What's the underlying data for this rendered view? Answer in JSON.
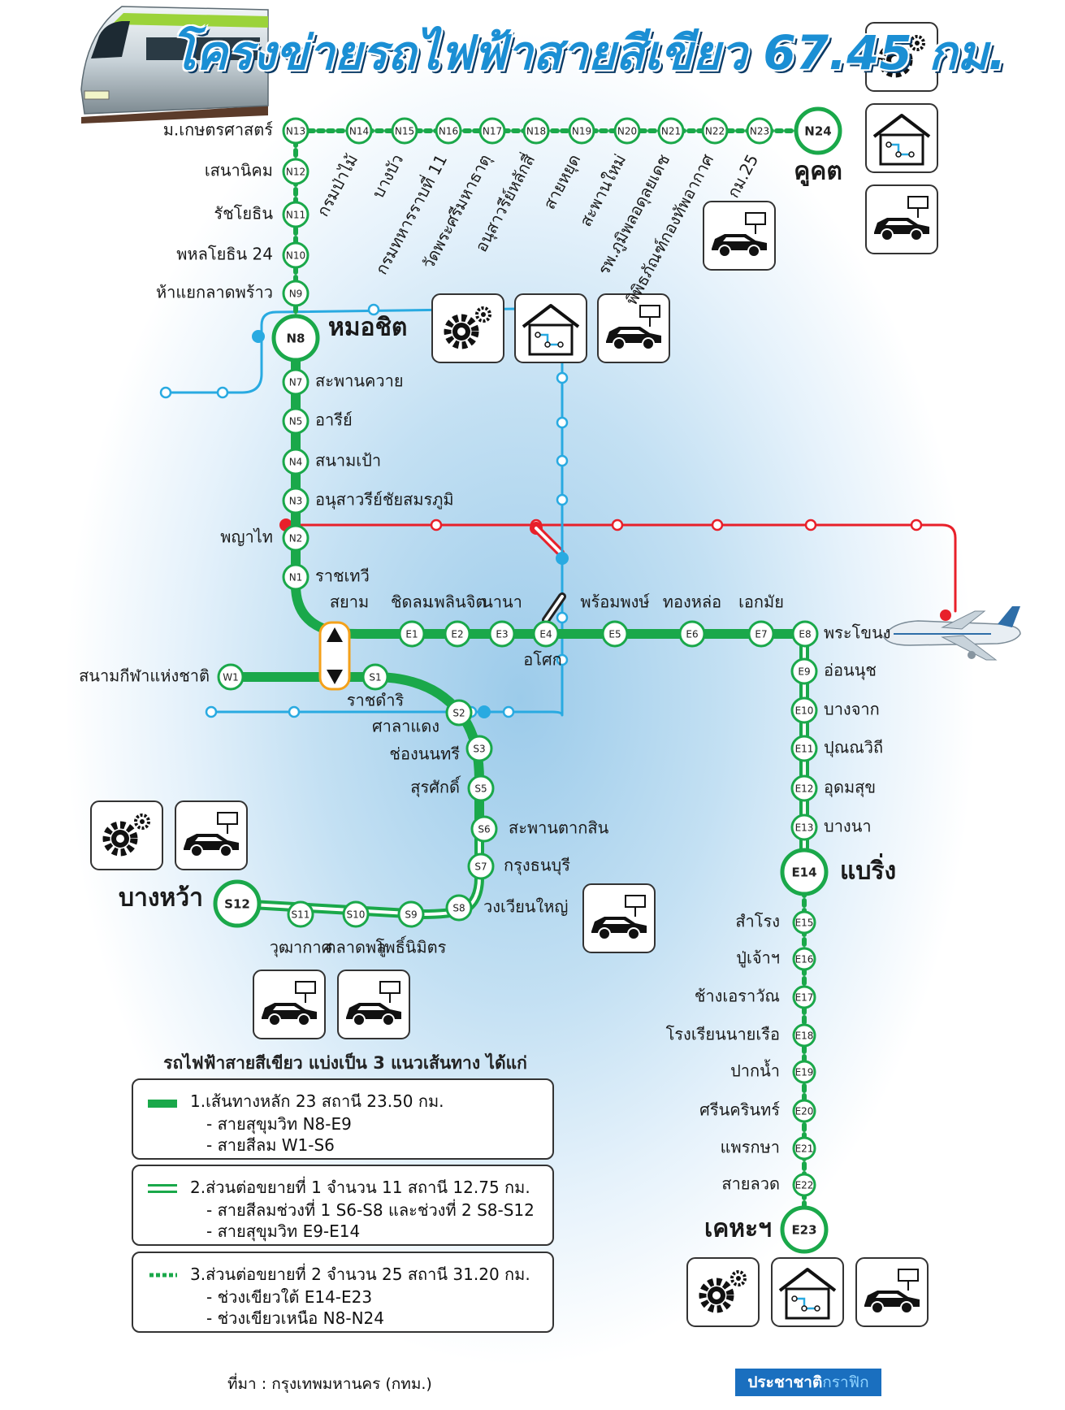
{
  "title": "โครงข่ายรถไฟฟ้าสายสีเขียว 67.45 กม.",
  "colors": {
    "green_main": "#1aa84a",
    "green_ext": "#5bc86e",
    "blue_line": "#29aae1",
    "red_line": "#e8202a",
    "yellow_box": "#f4a11a"
  },
  "icons": [
    "depot-gear-icon",
    "depot-house-icon",
    "park-and-ride-car-icon",
    "airplane-icon",
    "train-icon"
  ],
  "stations": {
    "north": [
      {
        "code": "N13",
        "name": "ม.เกษตรศาสตร์"
      },
      {
        "code": "N12",
        "name": "เสนานิคม"
      },
      {
        "code": "N11",
        "name": "รัชโยธิน"
      },
      {
        "code": "N10",
        "name": "พหลโยธิน 24"
      },
      {
        "code": "N9",
        "name": "ห้าแยกลาดพร้าว"
      },
      {
        "code": "N8",
        "name": "หมอชิต"
      },
      {
        "code": "N7",
        "name": "สะพานควาย"
      },
      {
        "code": "N5",
        "name": "อารีย์"
      },
      {
        "code": "N4",
        "name": "สนามเป้า"
      },
      {
        "code": "N3",
        "name": "อนุสาวรีย์ชัยสมรภูมิ"
      },
      {
        "code": "N2",
        "name": "พญาไท"
      },
      {
        "code": "N1",
        "name": "ราชเทวี"
      }
    ],
    "north_ext": [
      {
        "code": "N14",
        "name": "กรมป่าไม้"
      },
      {
        "code": "N15",
        "name": "บางบัว"
      },
      {
        "code": "N16",
        "name": "กรมทหารราบที่ 11"
      },
      {
        "code": "N17",
        "name": "วัดพระศรีมหาธาตุ"
      },
      {
        "code": "N18",
        "name": "อนุสาวรีย์หลักสี่"
      },
      {
        "code": "N19",
        "name": "สายหยุด"
      },
      {
        "code": "N20",
        "name": "สะพานใหม่"
      },
      {
        "code": "N21",
        "name": "รพ.ภูมิพลอดุลยเดช"
      },
      {
        "code": "N22",
        "name": "พิพิธภัณฑ์กองทัพอากาศ"
      },
      {
        "code": "N23",
        "name": "กม.25"
      },
      {
        "code": "N24",
        "name": "คูคต"
      }
    ],
    "east": [
      {
        "code": "CEN",
        "name": "สยาม"
      },
      {
        "code": "E1",
        "name": "ชิดลม"
      },
      {
        "code": "E2",
        "name": "เพลินจิต"
      },
      {
        "code": "E3",
        "name": "นานา"
      },
      {
        "code": "E4",
        "name": "อโศก"
      },
      {
        "code": "E5",
        "name": "พร้อมพงษ์"
      },
      {
        "code": "E6",
        "name": "ทองหล่อ"
      },
      {
        "code": "E7",
        "name": "เอกมัย"
      },
      {
        "code": "E8",
        "name": "พระโขนง"
      },
      {
        "code": "E9",
        "name": "อ่อนนุช"
      },
      {
        "code": "E10",
        "name": "บางจาก"
      },
      {
        "code": "E11",
        "name": "ปุณณวิถี"
      },
      {
        "code": "E12",
        "name": "อุดมสุข"
      },
      {
        "code": "E13",
        "name": "บางนา"
      },
      {
        "code": "E14",
        "name": "แบริ่ง"
      }
    ],
    "south_ext": [
      {
        "code": "E15",
        "name": "สำโรง"
      },
      {
        "code": "E16",
        "name": "ปู่เจ้าฯ"
      },
      {
        "code": "E17",
        "name": "ช้างเอราวัณ"
      },
      {
        "code": "E18",
        "name": "โรงเรียนนายเรือ"
      },
      {
        "code": "E19",
        "name": "ปากน้ำ"
      },
      {
        "code": "E20",
        "name": "ศรีนครินทร์"
      },
      {
        "code": "E21",
        "name": "แพรกษา"
      },
      {
        "code": "E22",
        "name": "สายลวด"
      },
      {
        "code": "E23",
        "name": "เคหะฯ"
      }
    ],
    "silom": [
      {
        "code": "W1",
        "name": "สนามกีฬาแห่งชาติ"
      },
      {
        "code": "S1",
        "name": "ราชดำริ"
      },
      {
        "code": "S2",
        "name": "ศาลาแดง"
      },
      {
        "code": "S3",
        "name": "ช่องนนทรี"
      },
      {
        "code": "S5",
        "name": "สุรศักดิ์"
      },
      {
        "code": "S6",
        "name": "สะพานตากสิน"
      },
      {
        "code": "S7",
        "name": "กรุงธนบุรี"
      },
      {
        "code": "S8",
        "name": "วงเวียนใหญ่"
      },
      {
        "code": "S9",
        "name": "โพธิ์นิมิตร"
      },
      {
        "code": "S10",
        "name": "ตลาดพลู"
      },
      {
        "code": "S11",
        "name": "วุฒากาศ"
      },
      {
        "code": "S12",
        "name": "บางหว้า"
      }
    ]
  },
  "legend": {
    "heading": "รถไฟฟ้าสายสีเขียว แบ่งเป็น 3 แนวเส้นทาง ได้แก่",
    "items": [
      {
        "title": "1.เส้นทางหลัก 23 สถานี 23.50 กม.",
        "subs": [
          "- สายสุขุมวิท N8-E9",
          "- สายสีลม W1-S6"
        ]
      },
      {
        "title": "2.ส่วนต่อขยายที่ 1 จำนวน 11 สถานี 12.75 กม.",
        "subs": [
          "- สายสีลมช่วงที่ 1 S6-S8 และช่วงที่ 2 S8-S12",
          "- สายสุขุมวิท E9-E14"
        ]
      },
      {
        "title": "3.ส่วนต่อขยายที่ 2 จำนวน 25 สถานี 31.20 กม.",
        "subs": [
          "- ช่วงเขียวใต้ E14-E23",
          "- ช่วงเขียวเหนือ N8-N24"
        ]
      }
    ]
  },
  "source": "ที่มา : กรุงเทพมหานคร (กทม.)",
  "credit": {
    "main": "ประชาชาติ",
    "accent": "กราฟิก"
  }
}
